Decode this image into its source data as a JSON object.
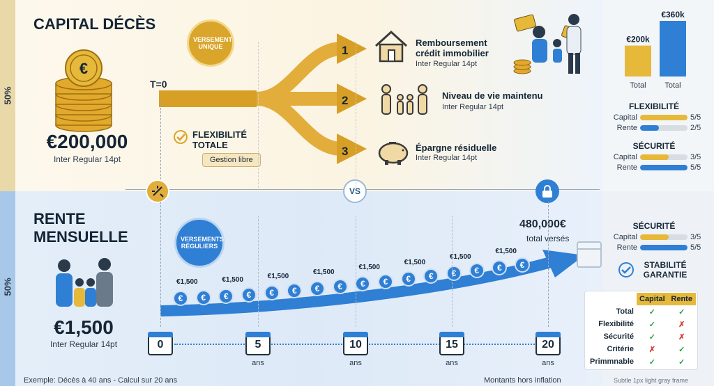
{
  "strip": {
    "top_pct": "50%",
    "bottom_pct": "50%"
  },
  "capital": {
    "title": "CAPITAL DÉCÈS",
    "amount": "€200,000",
    "sub": "Inter Regular 14pt",
    "badge": "VERSEMENT UNIQUE",
    "t0": "T=0",
    "flex_title": "FLEXIBILITÉ TOTALE",
    "flex_tag": "Gestion libre",
    "branches": [
      {
        "num": "1",
        "title": "Remboursement crédit immobilier",
        "sub": "Inter Regular 14pt",
        "icon": "house-icon"
      },
      {
        "num": "2",
        "title": "Niveau de vie maintenu",
        "sub": "Inter Regular 14pt",
        "icon": "family-icon"
      },
      {
        "num": "3",
        "title": "Épargne résiduelle",
        "sub": "Inter Regular 14pt",
        "icon": "piggy-bank-icon"
      }
    ]
  },
  "vs": "VS",
  "rente": {
    "title": "RENTE MENSUELLE",
    "amount": "€1,500",
    "sub": "Inter Regular 14pt",
    "badge": "VERSEMENTS RÉGULIERS",
    "total": "480,000€",
    "total_sub": "total versés",
    "coin_label": "€1,500",
    "timeline": [
      {
        "v": "0",
        "u": ""
      },
      {
        "v": "5",
        "u": "ans"
      },
      {
        "v": "10",
        "u": "ans"
      },
      {
        "v": "15",
        "u": "ans"
      },
      {
        "v": "20",
        "u": "ans"
      }
    ]
  },
  "footer": {
    "left": "Exemple: Décès à 40 ans - Calcul sur 20 ans",
    "mid": "Montants hors inflation",
    "right": "Subtle 1px light gray frame"
  },
  "chart_data": {
    "type": "bar",
    "categories": [
      "Total",
      "Total"
    ],
    "values": [
      200000,
      360000
    ],
    "value_labels": [
      "€200k",
      "€360k"
    ],
    "colors": [
      "#e7b93a",
      "#2f7fd4"
    ]
  },
  "sidebar": {
    "flex": {
      "title": "FLEXIBILITÉ",
      "rows": [
        {
          "label": "Capital",
          "score": "5/5",
          "value": 5,
          "color": "#e7b93a"
        },
        {
          "label": "Rente",
          "score": "2/5",
          "value": 2,
          "color": "#2f7fd4"
        }
      ]
    },
    "sec1": {
      "title": "SÉCURITÉ",
      "rows": [
        {
          "label": "Capital",
          "score": "3/5",
          "value": 3,
          "color": "#e7b93a"
        },
        {
          "label": "Rente",
          "score": "5/5",
          "value": 5,
          "color": "#2f7fd4"
        }
      ]
    },
    "sec2": {
      "title": "SÉCURITÉ",
      "rows": [
        {
          "label": "Capital",
          "score": "3/5",
          "value": 3,
          "color": "#e7b93a"
        },
        {
          "label": "Rente",
          "score": "5/5",
          "value": 5,
          "color": "#2f7fd4"
        }
      ]
    },
    "stab": "STABILITÉ GARANTIE",
    "table": {
      "headers": [
        "",
        "Capital",
        "Rente"
      ],
      "rows": [
        [
          "Total",
          "✓",
          "✓"
        ],
        [
          "Flexibilité",
          "✓",
          "✗"
        ],
        [
          "Sécurité",
          "✓",
          "✗"
        ],
        [
          "Critérie",
          "✗",
          "✓"
        ],
        [
          "Primmnable",
          "✓",
          "✓"
        ]
      ]
    }
  }
}
